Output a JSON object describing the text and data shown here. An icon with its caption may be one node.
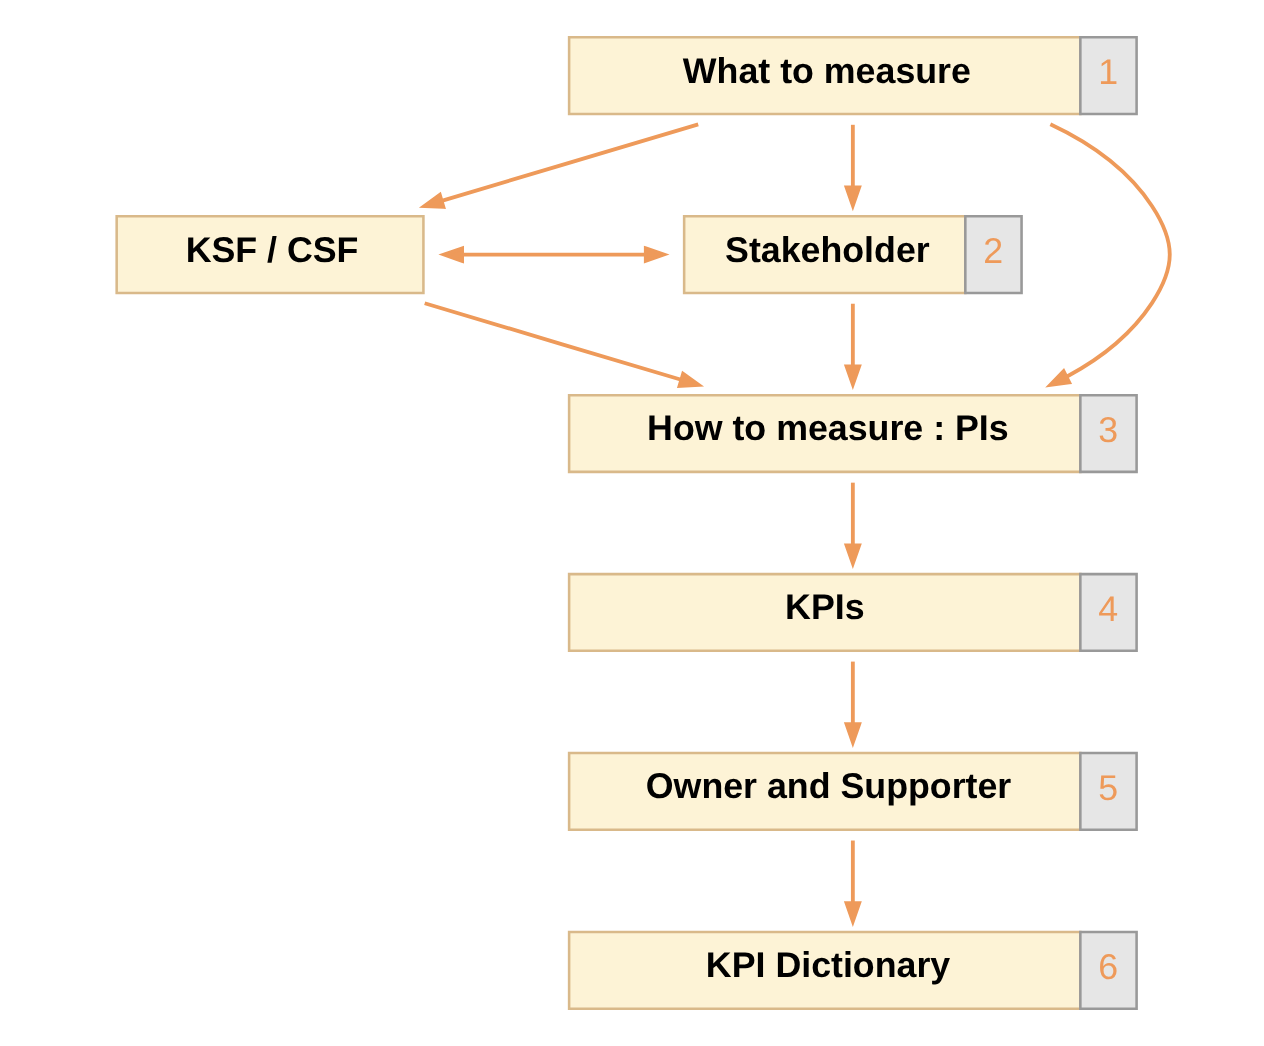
{
  "diagram": {
    "nodes": [
      {
        "text": [
          "What to measure"
        ],
        "beside": [
          "1"
        ]
      },
      {
        "text": [
          "KSF / CSF"
        ]
      },
      {
        "text": [
          "Stakeholder"
        ],
        "beside": [
          "2"
        ]
      },
      {
        "text": [
          "How to measure : PIs"
        ],
        "beside": [
          "3"
        ]
      },
      {
        "text": [
          "KPIs"
        ],
        "beside": [
          "4"
        ]
      },
      {
        "text": [
          "Owner and Supporter"
        ],
        "beside": [
          "5"
        ]
      },
      {
        "text": [
          "KPI Dictionary"
        ],
        "beside": [
          "6"
        ]
      }
    ],
    "edges": [
      {
        "from": 0,
        "to": 1,
        "arrow": "to"
      },
      {
        "from": 0,
        "to": 2,
        "arrow": "to"
      },
      {
        "from": 0,
        "to": 3,
        "arrow": "to"
      },
      {
        "from": 1,
        "to": 2,
        "arrow": "both"
      },
      {
        "from": 1,
        "to": 3,
        "arrow": "to"
      },
      {
        "from": 2,
        "to": 3,
        "arrow": "to"
      },
      {
        "from": 3,
        "to": 4,
        "arrow": "to"
      },
      {
        "from": 4,
        "to": 5,
        "arrow": "to"
      },
      {
        "from": 5,
        "to": 6,
        "arrow": "to"
      }
    ]
  }
}
